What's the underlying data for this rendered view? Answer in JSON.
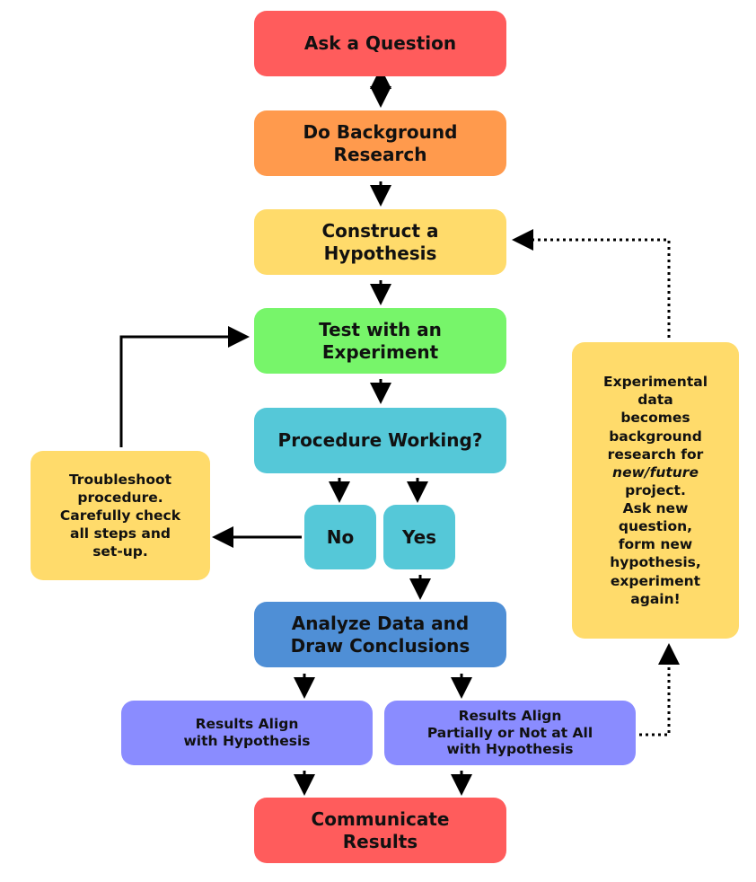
{
  "colors": {
    "ask": "#ff5c5c",
    "research": "#ff9a4d",
    "hypothesis": "#ffdb6b",
    "experiment": "#77f56a",
    "procedure": "#55c8d8",
    "analyze": "#4f8fd6",
    "results": "#8a8cff",
    "communicate": "#ff5c5c",
    "note": "#ffdb6b",
    "arrow": "#000000"
  },
  "nodes": {
    "ask": "Ask a Question",
    "research": "Do Background\nResearch",
    "hypothesis": "Construct a\nHypothesis",
    "experiment": "Test with an\nExperiment",
    "procedure": "Procedure Working?",
    "no": "No",
    "yes": "Yes",
    "analyze": "Analyze Data and\nDraw Conclusions",
    "results_align": "Results Align\nwith Hypothesis",
    "results_partial": "Results Align\nPartially or Not at All\nwith Hypothesis",
    "communicate": "Communicate\nResults",
    "troubleshoot": "Troubleshoot\nprocedure.\nCarefully check\nall steps and\nset-up.",
    "experimental_note": {
      "before": "Experimental\ndata\nbecomes\nbackground\nresearch for\n",
      "emphasis": "new/future",
      "after": "\nproject.\nAsk new\nquestion,\nform new\nhypothesis,\nexperiment\nagain!"
    }
  }
}
